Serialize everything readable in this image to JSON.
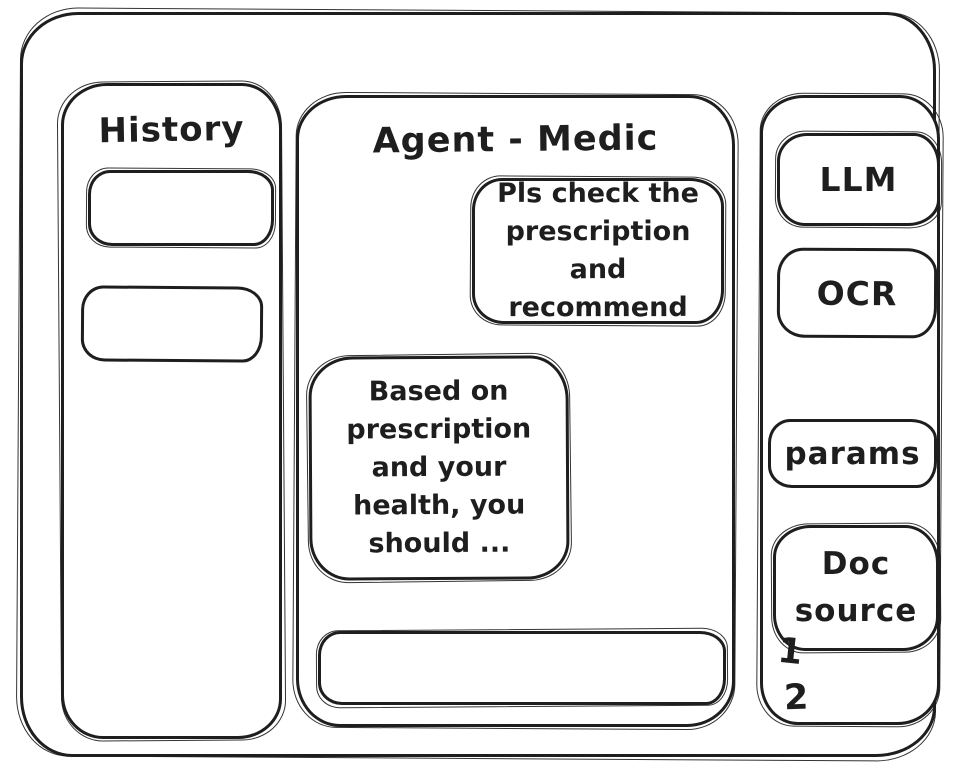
{
  "theme": {
    "stroke_color": "#1e1e1e",
    "background_color": "#ffffff"
  },
  "sidebar_left": {
    "title": "History",
    "items": [
      {
        "label": ""
      },
      {
        "label": ""
      }
    ]
  },
  "main": {
    "title": "Agent - Medic",
    "messages": [
      {
        "role": "user",
        "text": "Pls check the prescription and recommend"
      },
      {
        "role": "agent",
        "text": "Based on prescription and your health, you should ..."
      }
    ],
    "input": {
      "value": "",
      "placeholder": ""
    }
  },
  "sidebar_right": {
    "buttons": [
      {
        "label": "LLM"
      },
      {
        "label": "OCR"
      },
      {
        "label": "params"
      },
      {
        "label": "Doc source"
      }
    ],
    "doc_source_list": [
      "1",
      "2"
    ]
  }
}
